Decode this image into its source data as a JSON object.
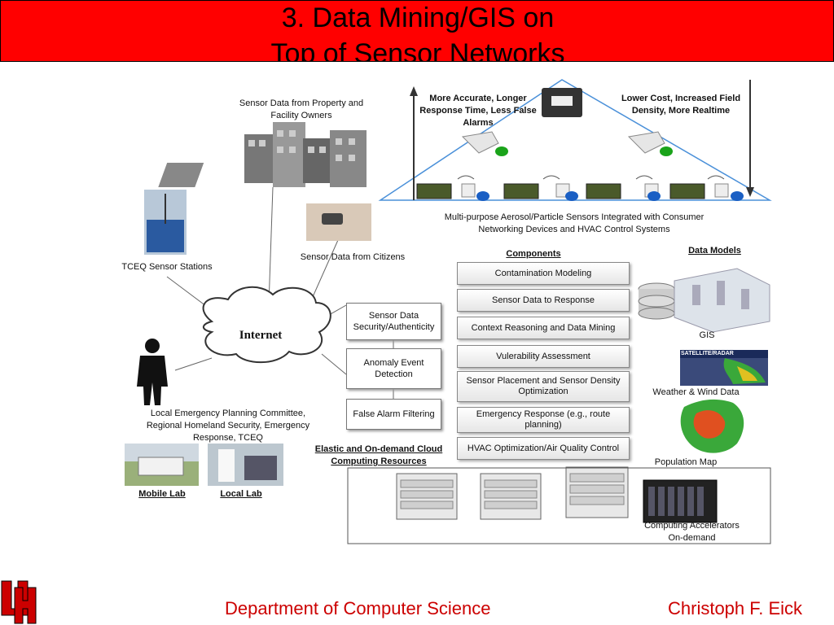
{
  "title": {
    "line1": "3. Data Mining/GIS on",
    "line2": "Top of Sensor Networks"
  },
  "sensor_pyramid": {
    "left_note": "More Accurate, Longer Response Time, Less False Alarms",
    "right_note": "Lower Cost, Increased Field Density, More Realtime",
    "caption": "Multi-purpose Aerosol/Particle Sensors Integrated with Consumer Networking Devices and HVAC Control Systems"
  },
  "sources": {
    "property": "Sensor Data from Property and Facility Owners",
    "tceq": "TCEQ Sensor Stations",
    "citizens": "Sensor Data from Citizens",
    "emergency": "Local Emergency Planning Committee, Regional Homeland Security, Emergency Response, TCEQ"
  },
  "internet": {
    "label": "Internet"
  },
  "processing": [
    "Sensor Data Security/Authenticity",
    "Anomaly Event Detection",
    "False Alarm Filtering"
  ],
  "components": {
    "heading": "Components",
    "items": [
      "Contamination Modeling",
      "Sensor Data to Response",
      "Context Reasoning and Data Mining",
      "Vulerability Assessment",
      "Sensor Placement and Sensor Density Optimization",
      "Emergency Response (e.g., route planning)",
      "HVAC Optimization/Air Quality Control"
    ]
  },
  "data_models": {
    "heading": "Data Models",
    "gis": "GIS",
    "weather": "Weather & Wind Data",
    "population": "Population Map",
    "radar_text": "SATELLITE/RADAR"
  },
  "cloud": {
    "label": "Elastic and On-demand Cloud Computing Resources",
    "accelerators": "Computing Accelerators On-demand"
  },
  "labs": {
    "mobile": "Mobile Lab",
    "local": "Local Lab"
  },
  "footer": {
    "department": "Department of Computer Science",
    "author": "Christoph F. Eick"
  },
  "colors": {
    "title_bg": "#ff0000",
    "footer_text": "#cc0000",
    "logo": "#cc0000",
    "pyramid": "#4a90d9"
  }
}
